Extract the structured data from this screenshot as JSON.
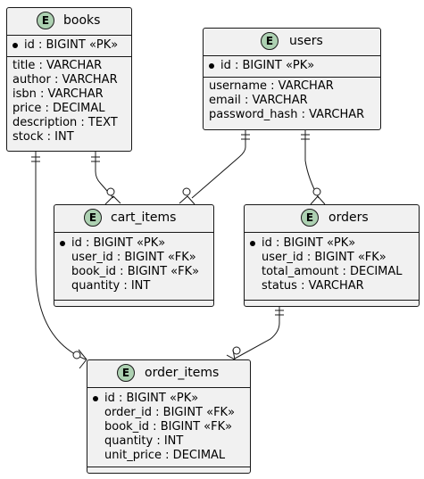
{
  "entities": {
    "books": {
      "badge": "E",
      "name": "books",
      "pk": [
        "id : BIGINT «PK»"
      ],
      "attrs": [
        "title : VARCHAR",
        "author : VARCHAR",
        "isbn : VARCHAR",
        "price : DECIMAL",
        "description : TEXT",
        "stock : INT"
      ]
    },
    "users": {
      "badge": "E",
      "name": "users",
      "pk": [
        "id : BIGINT «PK»"
      ],
      "attrs": [
        "username : VARCHAR",
        "email : VARCHAR",
        "password_hash : VARCHAR"
      ]
    },
    "cart_items": {
      "badge": "E",
      "name": "cart_items",
      "attrs": [
        "id : BIGINT «PK»",
        "user_id : BIGINT «FK»",
        "book_id : BIGINT «FK»",
        "quantity : INT"
      ]
    },
    "orders": {
      "badge": "E",
      "name": "orders",
      "attrs": [
        "id : BIGINT «PK»",
        "user_id : BIGINT «FK»",
        "total_amount : DECIMAL",
        "status : VARCHAR"
      ]
    },
    "order_items": {
      "badge": "E",
      "name": "order_items",
      "attrs": [
        "id : BIGINT «PK»",
        "order_id : BIGINT «FK»",
        "book_id : BIGINT «FK»",
        "quantity : INT",
        "unit_price : DECIMAL"
      ]
    }
  },
  "relationships": [
    {
      "from": "books",
      "to": "cart_items",
      "from_card": "exactly-one",
      "to_card": "zero-or-many"
    },
    {
      "from": "users",
      "to": "cart_items",
      "from_card": "exactly-one",
      "to_card": "zero-or-many"
    },
    {
      "from": "users",
      "to": "orders",
      "from_card": "exactly-one",
      "to_card": "zero-or-many"
    },
    {
      "from": "books",
      "to": "order_items",
      "from_card": "exactly-one",
      "to_card": "zero-or-many"
    },
    {
      "from": "orders",
      "to": "order_items",
      "from_card": "exactly-one",
      "to_card": "zero-or-many"
    }
  ],
  "colors": {
    "entity_fill": "#f1f1f1",
    "badge_fill": "#add1b2",
    "line": "#181818"
  }
}
